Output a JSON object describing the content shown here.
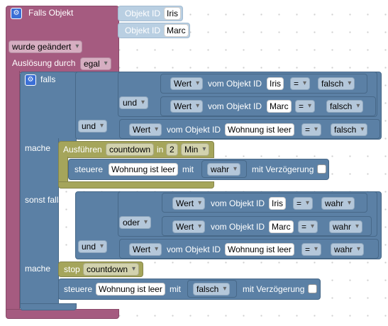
{
  "trigger": {
    "title": "Falls Objekt",
    "object_label": "Objekt ID",
    "objects": [
      "Iris",
      "Marc"
    ],
    "changed_select": "wurde geändert",
    "trigger_by_label": "Auslösung durch",
    "trigger_by_value": "egal"
  },
  "if_block": {
    "falls_label": "falls",
    "make_label": "mache",
    "else_if_label": "sonst falls",
    "value_label": "Wert",
    "from_object_label": "vom Objekt ID",
    "and_label": "und",
    "or_label": "oder",
    "eq": "=",
    "cond1": {
      "object": "Iris",
      "value": "falsch"
    },
    "cond2": {
      "object": "Marc",
      "value": "falsch"
    },
    "cond3": {
      "object": "Wohnung ist leer",
      "value": "falsch"
    },
    "cond4": {
      "object": "Iris",
      "value": "wahr"
    },
    "cond5": {
      "object": "Marc",
      "value": "wahr"
    },
    "cond6": {
      "object": "Wohnung ist leer",
      "value": "wahr"
    }
  },
  "timeout": {
    "execute_label": "Ausführen",
    "name": "countdown",
    "in_label": "in",
    "amount": "2",
    "unit": "Min"
  },
  "set1": {
    "control_label": "steuere",
    "object": "Wohnung ist leer",
    "with_label": "mit",
    "value": "wahr",
    "delay_label": "mit Verzögerung"
  },
  "stop": {
    "stop_label": "stop",
    "name": "countdown"
  },
  "set2": {
    "control_label": "steuere",
    "object": "Wohnung ist leer",
    "with_label": "mit",
    "value": "falsch",
    "delay_label": "mit Verzögerung"
  }
}
